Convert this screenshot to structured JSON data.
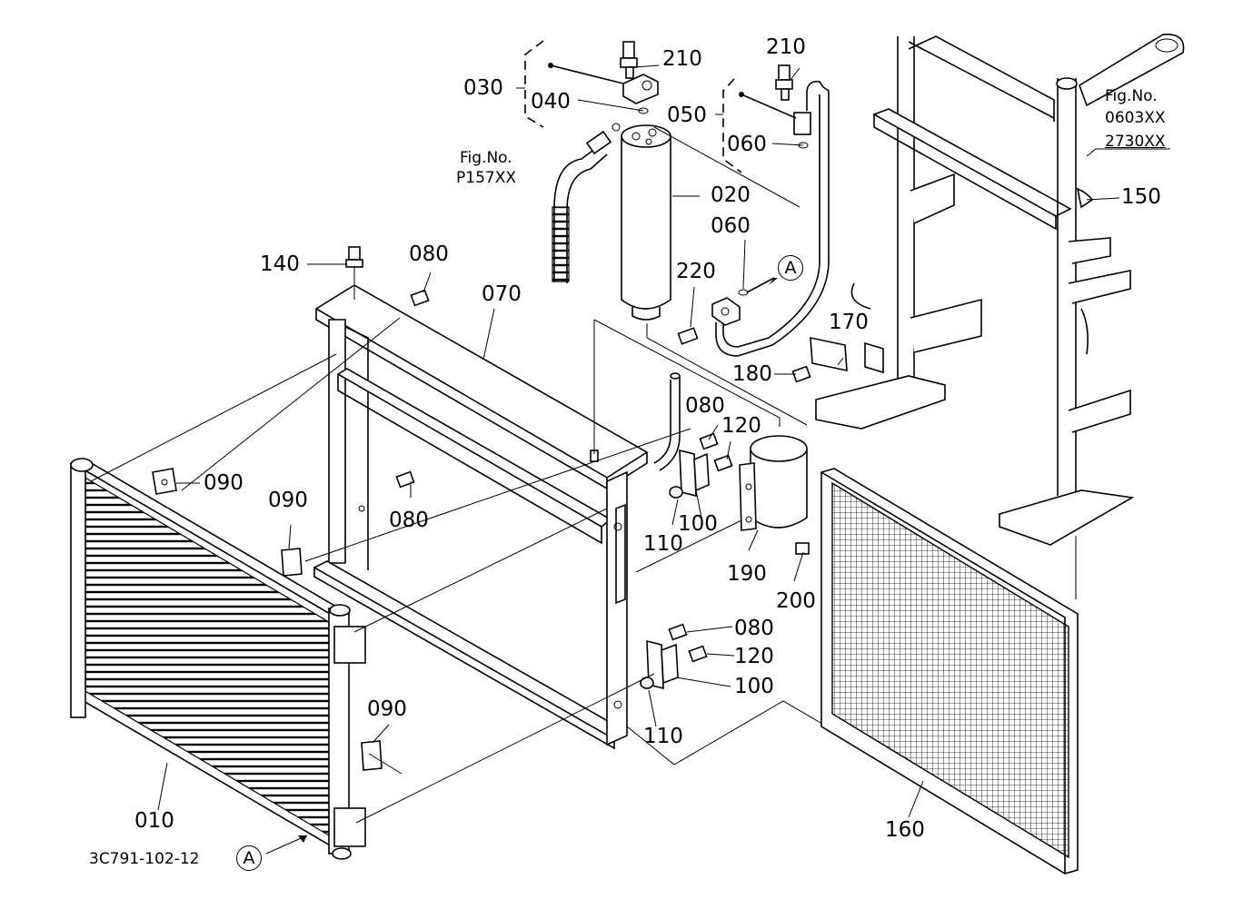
{
  "diagram_id": "3C791-102-12",
  "callouts": {
    "p010": "010",
    "p020": "020",
    "p030": "030",
    "p040": "040",
    "p050": "050",
    "p060a": "060",
    "p060b": "060",
    "p070": "070",
    "p080a": "080",
    "p080b": "080",
    "p080c": "080",
    "p080d": "080",
    "p090a": "090",
    "p090b": "090",
    "p090c": "090",
    "p100a": "100",
    "p100b": "100",
    "p110a": "110",
    "p110b": "110",
    "p120a": "120",
    "p120b": "120",
    "p140": "140",
    "p150": "150",
    "p160": "160",
    "p170": "170",
    "p180": "180",
    "p190": "190",
    "p200": "200",
    "p210a": "210",
    "p210b": "210",
    "p220": "220"
  },
  "references": {
    "fig_left_title": "Fig.No.",
    "fig_left_code": "P157XX",
    "fig_right_title": "Fig.No.",
    "fig_right_code1": "0603XX",
    "fig_right_code2": "2730XX"
  },
  "connection_marks": {
    "a_top": "A",
    "a_bottom": "A"
  }
}
